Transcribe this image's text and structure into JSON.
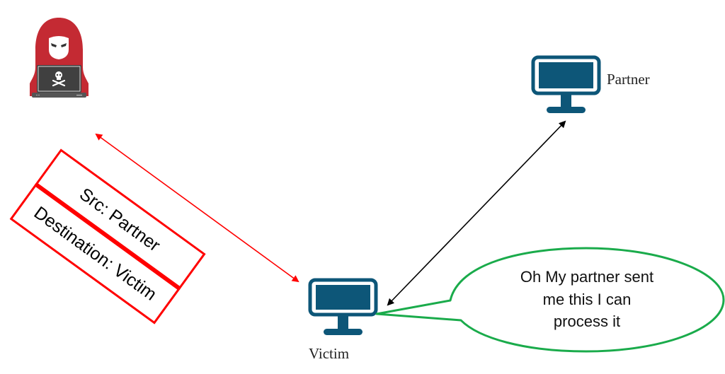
{
  "diagram": {
    "title": "Spoofed packet attack",
    "colors": {
      "monitor": "#0d5678",
      "attack_arrow": "#ff0000",
      "packet_border": "#ff0000",
      "legit_arrow": "#000000",
      "bubble_border": "#1aab4b",
      "hood": "#c42a33",
      "laptop": "#404040"
    },
    "nodes": {
      "attacker": {
        "icon": "hacker-icon"
      },
      "partner": {
        "label": "Partner",
        "icon": "monitor-icon"
      },
      "victim": {
        "label": "Victim",
        "icon": "monitor-icon"
      }
    },
    "packet": {
      "src": "Src: Partner",
      "dst": "Destination: Victim"
    },
    "connections": [
      {
        "from": "attacker",
        "to": "victim",
        "style": "red-bidirectional"
      },
      {
        "from": "victim",
        "to": "partner",
        "style": "black-bidirectional"
      }
    ],
    "speech_bubble": {
      "speaker": "victim",
      "lines": [
        "Oh My partner sent",
        "me this I can",
        "process it"
      ]
    }
  }
}
